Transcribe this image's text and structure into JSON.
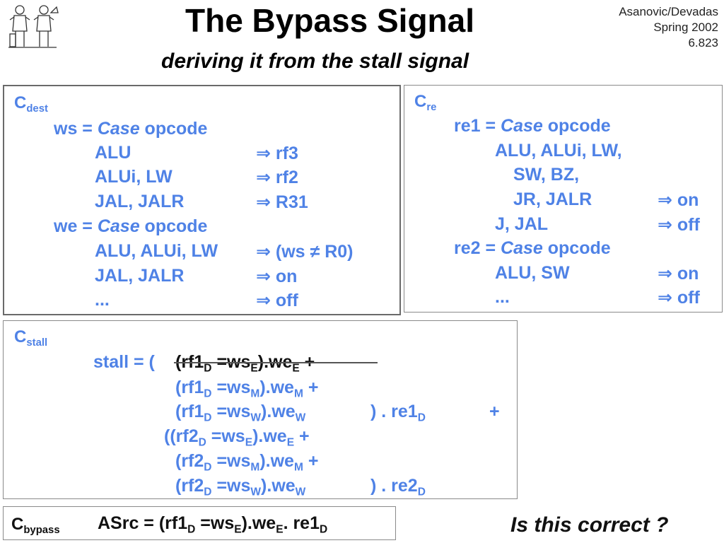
{
  "header": {
    "title": "The Bypass Signal",
    "subtitle": "deriving it from the stall signal",
    "author_line1": "Asanovic/Devadas",
    "author_line2": "Spring 2002",
    "author_line3": "6.823"
  },
  "cdest": {
    "label_main": "C",
    "label_sub": "dest",
    "ws_case": "ws = ",
    "case_word": "Case",
    "opcode": " opcode",
    "rows_ws": [
      {
        "left": "ALU",
        "arrow": "⇒",
        "right": "rf3"
      },
      {
        "left": "ALUi, LW",
        "arrow": "⇒",
        "right": "rf2"
      },
      {
        "left": "JAL, JALR",
        "arrow": "⇒",
        "right": "R31"
      }
    ],
    "we_case": "we = ",
    "rows_we": [
      {
        "left": "ALU, ALUi, LW",
        "arrow": "⇒",
        "right": "(ws ≠ R0)"
      },
      {
        "left": "JAL, JALR",
        "arrow": "⇒",
        "right": "on"
      },
      {
        "left": "...",
        "arrow": "⇒",
        "right": "off"
      }
    ]
  },
  "cre": {
    "label_main": "C",
    "label_sub": "re",
    "re1_case": "re1 = ",
    "case_word": "Case",
    "opcode": " opcode",
    "re1_line1": "ALU, ALUi, LW,",
    "re1_line2": "SW, BZ,",
    "re1_line3": "JR, JALR",
    "re1_line3_right": "on",
    "re1_line4": "J, JAL",
    "re1_line4_right": "off",
    "re2_case": "re2 = ",
    "re2_line1": "ALU, SW",
    "re2_line1_right": "on",
    "re2_line2": "...",
    "re2_line2_right": "off",
    "arrow": "⇒"
  },
  "cstall": {
    "label_main": "C",
    "label_sub": "stall",
    "stall_prefix": "stall = (",
    "l1_rf": "(rf1",
    "l1_d": "D",
    "l1_eq": " =ws",
    "l1_e": "E",
    "l1_we": ").we",
    "l1_e2": "E",
    "l1_plus": " +",
    "l2_rf": "(rf1",
    "l2_d": "D",
    "l2_eq": " =ws",
    "l2_m": "M",
    "l2_we": ").we",
    "l2_m2": "M",
    "l2_plus": " +",
    "l3_rf": "(rf1",
    "l3_d": "D",
    "l3_eq": " =ws",
    "l3_w": "W",
    "l3_we": ").we",
    "l3_w2": "W",
    "l3_tail": ") . re1",
    "l3_tail_sub": "D",
    "l3_plus": "+",
    "l4_rf": "((rf2",
    "l4_d": "D",
    "l4_eq": " =ws",
    "l4_e": "E",
    "l4_we": ").we",
    "l4_e2": "E",
    "l4_plus": " +",
    "l5_rf": "(rf2",
    "l5_d": "D",
    "l5_eq": " =ws",
    "l5_m": "M",
    "l5_we": ").we",
    "l5_m2": "M",
    "l5_plus": " +",
    "l6_rf": "(rf2",
    "l6_d": "D",
    "l6_eq": " =ws",
    "l6_w": "W",
    "l6_we": ").we",
    "l6_w2": "W",
    "l6_tail": ") . re2",
    "l6_tail_sub": "D"
  },
  "cbypass": {
    "label_main": "C",
    "label_sub": "bypass",
    "expr_a": "ASrc = (rf1",
    "expr_d": "D",
    "expr_eq": " =ws",
    "expr_e": "E",
    "expr_we": ").we",
    "expr_e2": "E",
    "expr_re": ". re1",
    "expr_re_sub": "D"
  },
  "question": "Is this correct ?"
}
